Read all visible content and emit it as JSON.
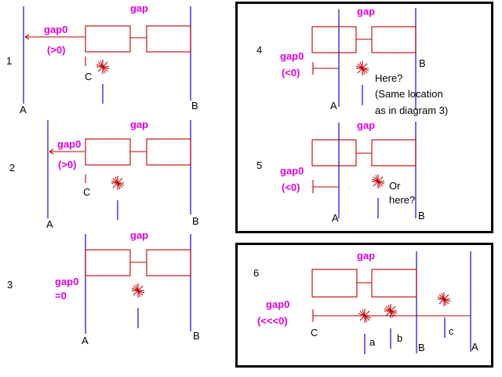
{
  "colors": {
    "line": "#2020d0",
    "box": "#c00000",
    "label": "#e000e0",
    "text": "#000000"
  },
  "labels": {
    "gap": "gap",
    "gap0": "gap0",
    "A": "A",
    "B": "B",
    "C": "C",
    "a": "a",
    "b": "b",
    "c": "c"
  },
  "panels": [
    {
      "number": "1",
      "sign": "(>0)"
    },
    {
      "number": "2",
      "sign": "(>0)"
    },
    {
      "number": "3",
      "sign": "=0"
    },
    {
      "number": "4",
      "sign": "(<0)",
      "note": [
        "Here?",
        "(Same location",
        "as in diagram 3)"
      ]
    },
    {
      "number": "5",
      "sign": "(<0)",
      "note": [
        "Or",
        "here?"
      ]
    },
    {
      "number": "6",
      "sign": "(<<<0)"
    }
  ]
}
